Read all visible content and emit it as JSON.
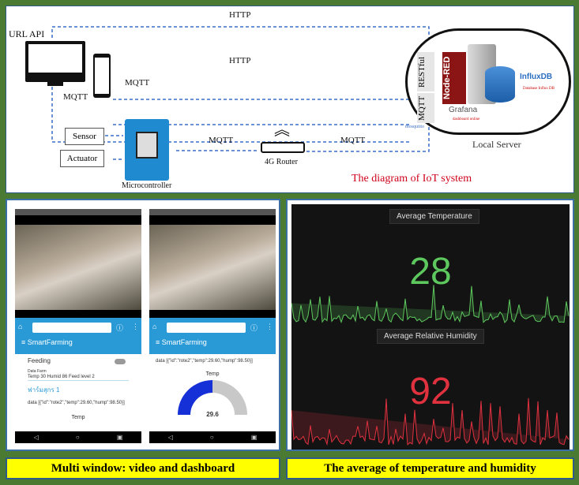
{
  "diagram": {
    "url_api": "URL API",
    "http_top": "HTTP",
    "http_mid": "HTTP",
    "mqtt_phone": "MQTT",
    "mqtt_pc": "MQTT",
    "mqtt_mcu": "MQTT",
    "mqtt_router": "MQTT",
    "sensor": "Sensor",
    "actuator": "Actuator",
    "microcontroller": "Microcontroller",
    "router": "4G Router",
    "restful": "RESTful",
    "mqtt_block": "MQTT",
    "node_red": "Node-RED",
    "grafana": "Grafana",
    "grafana_sub": "dashboard online",
    "influxdb": "InfluxDB",
    "influx_sub": "Database Influx DB",
    "mosquitto": "mosquitto",
    "local_server": "Local Server",
    "title": "The diagram of IoT system",
    "title_color": "#d0021b",
    "line_color": "#3a6fc8"
  },
  "phones": [
    {
      "app": "SmartFarming",
      "feeding": "Feeding",
      "data_farm_label": "Data Farm",
      "data_farm": "Temp 30  Humid 86  Feed level 2",
      "thai": "ฟาร์มสุกร 1",
      "data": "data [{\"id\":\"rote2\",\"temp\":29.60,\"hump\":98.50}]",
      "temp_label": "Temp"
    },
    {
      "app": "SmartFarming",
      "data": "data [{\"id\":\"rote2\",\"temp\":29.60,\"hump\":98.50}]",
      "temp_label": "Temp",
      "gauge_value": "29.6",
      "gauge_fraction": 0.5
    }
  ],
  "grafana": {
    "temp_title": "Average Temperature",
    "temp_value": "28",
    "temp_color": "#5dc85d",
    "hum_title": "Average Relative Humidity",
    "hum_value": "92",
    "hum_color": "#e0313f"
  },
  "captions": {
    "left": "Multi window: video and dashboard",
    "right": "The average of temperature and humidity"
  }
}
